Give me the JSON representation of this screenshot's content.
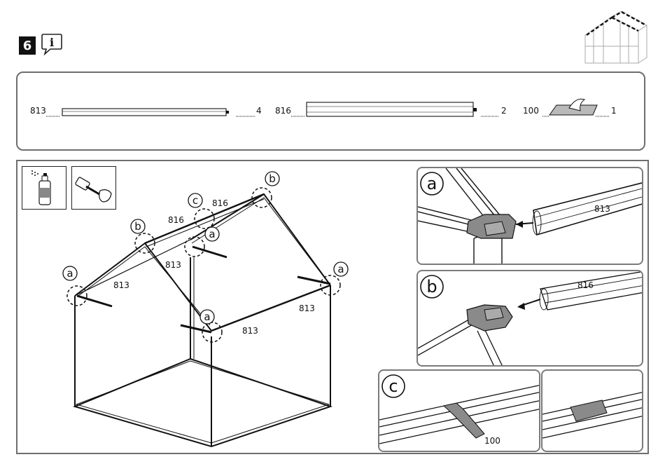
{
  "step": {
    "number": "6"
  },
  "parts": [
    {
      "id": "813",
      "qty": "4"
    },
    {
      "id": "816",
      "qty": "2"
    },
    {
      "id": "100",
      "qty": "1"
    }
  ],
  "callouts": {
    "a": "a",
    "b": "b",
    "c": "c"
  },
  "diagram_labels": {
    "ridge_left": "816",
    "ridge_right": "816",
    "rafter_inner_left": "813",
    "rafter_outer_left": "813",
    "rafter_front": "813",
    "rafter_right": "813"
  },
  "details": {
    "a": {
      "letter": "a",
      "part": "813"
    },
    "b": {
      "letter": "b",
      "part": "816"
    },
    "c": {
      "letter": "c",
      "part": "100"
    }
  },
  "icons": [
    "info-icon",
    "spray-can-icon",
    "mallet-icon",
    "greenhouse-thumbnail-icon"
  ]
}
